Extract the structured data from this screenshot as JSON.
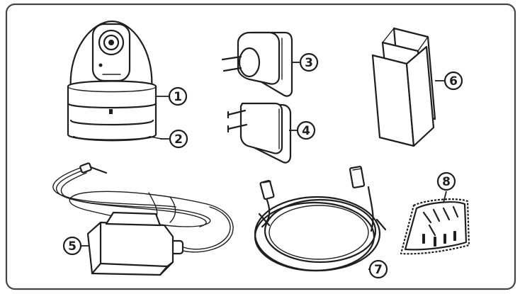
{
  "callouts": [
    {
      "label": "1"
    },
    {
      "label": "2"
    },
    {
      "label": "3"
    },
    {
      "label": "4"
    },
    {
      "label": "5"
    },
    {
      "label": "6"
    },
    {
      "label": "7"
    },
    {
      "label": "8"
    }
  ],
  "colors": {
    "ink": "#1e1e1e",
    "background": "#ffffff",
    "frame": "#444444"
  }
}
